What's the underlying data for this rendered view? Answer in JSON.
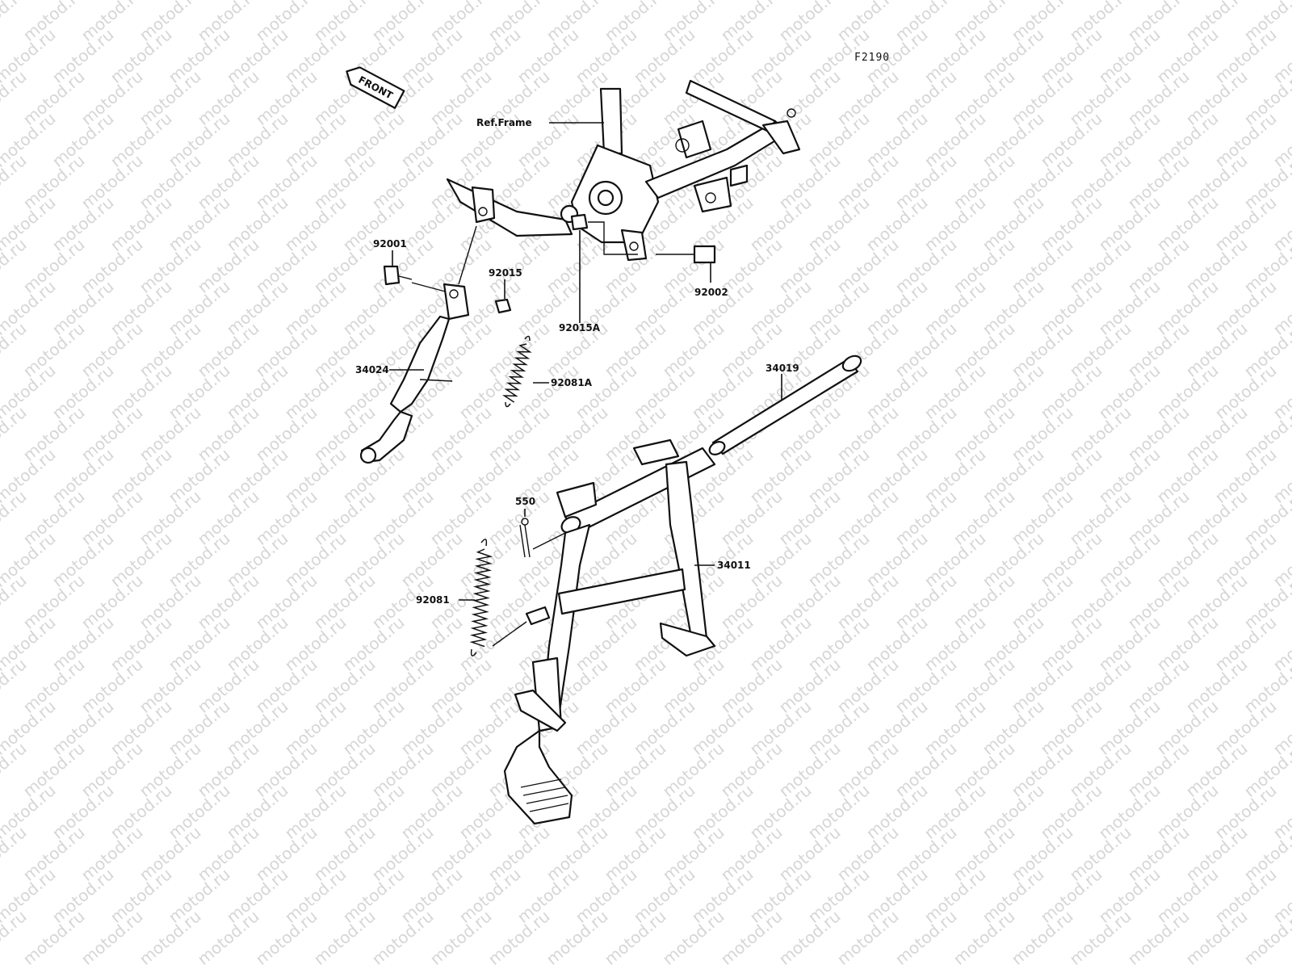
{
  "watermark": "motod.ru",
  "diagram_code": "F2190",
  "front_label": "FRONT",
  "labels": {
    "ref_frame": "Ref.Frame",
    "p92001": "92001",
    "p92015": "92015",
    "p92015A": "92015A",
    "p92002": "92002",
    "p34024": "34024",
    "p92081A": "92081A",
    "p34019": "34019",
    "p550": "550",
    "p34011": "34011",
    "p92081": "92081"
  }
}
